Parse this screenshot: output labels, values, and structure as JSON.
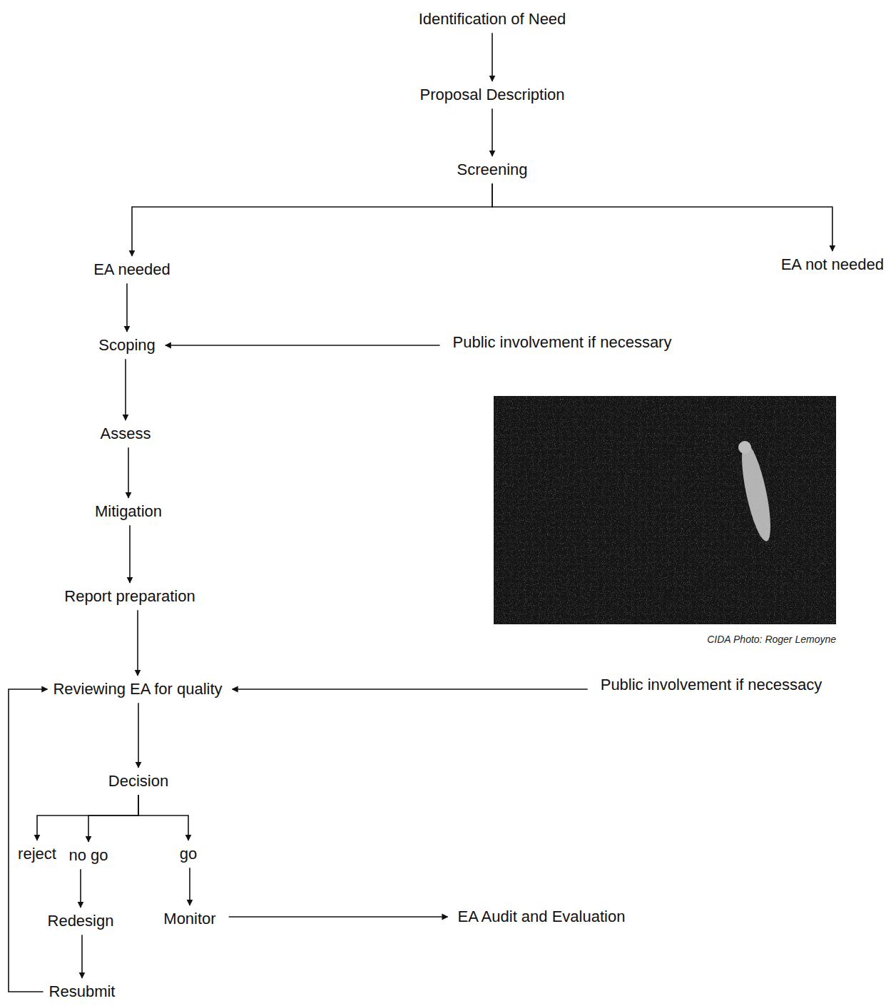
{
  "diagram": {
    "nodes": [
      {
        "text": [
          "Identification of Need"
        ]
      },
      {
        "text": [
          "Proposal Description"
        ]
      },
      {
        "text": [
          "Screening"
        ]
      },
      {
        "text": [
          "EA needed"
        ]
      },
      {
        "text": [
          "EA not needed"
        ]
      },
      {
        "text": [
          "Scoping"
        ]
      },
      {
        "text": [
          "Public involvement if necessary"
        ]
      },
      {
        "text": [
          "Assess"
        ]
      },
      {
        "text": [
          "Mitigation"
        ]
      },
      {
        "text": [
          "Report preparation"
        ]
      },
      {
        "text": [
          "Reviewing EA for quality"
        ]
      },
      {
        "text": [
          "Public involvement if necessacy"
        ]
      },
      {
        "text": [
          "Decision"
        ]
      },
      {
        "text": [
          "reject"
        ]
      },
      {
        "text": [
          "no go"
        ]
      },
      {
        "text": [
          "go"
        ]
      },
      {
        "text": [
          "Redesign"
        ]
      },
      {
        "text": [
          "Monitor"
        ]
      },
      {
        "text": [
          "EA Audit and Evaluation"
        ]
      },
      {
        "text": [
          "Resubmit"
        ]
      }
    ],
    "edges": [
      {
        "from": 0,
        "to": 1,
        "arrow": "to"
      },
      {
        "from": 1,
        "to": 2,
        "arrow": "to"
      },
      {
        "from": 2,
        "to": 3,
        "arrow": "to"
      },
      {
        "from": 2,
        "to": 4,
        "arrow": "to"
      },
      {
        "from": 3,
        "to": 5,
        "arrow": "to"
      },
      {
        "from": 6,
        "to": 5,
        "arrow": "to"
      },
      {
        "from": 5,
        "to": 7,
        "arrow": "to"
      },
      {
        "from": 7,
        "to": 8,
        "arrow": "to"
      },
      {
        "from": 8,
        "to": 9,
        "arrow": "to"
      },
      {
        "from": 9,
        "to": 10,
        "arrow": "to"
      },
      {
        "from": 11,
        "to": 10,
        "arrow": "to"
      },
      {
        "from": 10,
        "to": 12,
        "arrow": "to"
      },
      {
        "from": 12,
        "to": 13,
        "arrow": "to"
      },
      {
        "from": 12,
        "to": 14,
        "arrow": "to"
      },
      {
        "from": 12,
        "to": 15,
        "arrow": "to"
      },
      {
        "from": 14,
        "to": 16,
        "arrow": "to"
      },
      {
        "from": 15,
        "to": 17,
        "arrow": "to"
      },
      {
        "from": 17,
        "to": 18,
        "arrow": "to"
      },
      {
        "from": 16,
        "to": 19,
        "arrow": "to"
      },
      {
        "from": 19,
        "to": 10,
        "arrow": "to"
      }
    ],
    "labels": [
      "CIDA Photo: Roger Lemoyne"
    ]
  }
}
